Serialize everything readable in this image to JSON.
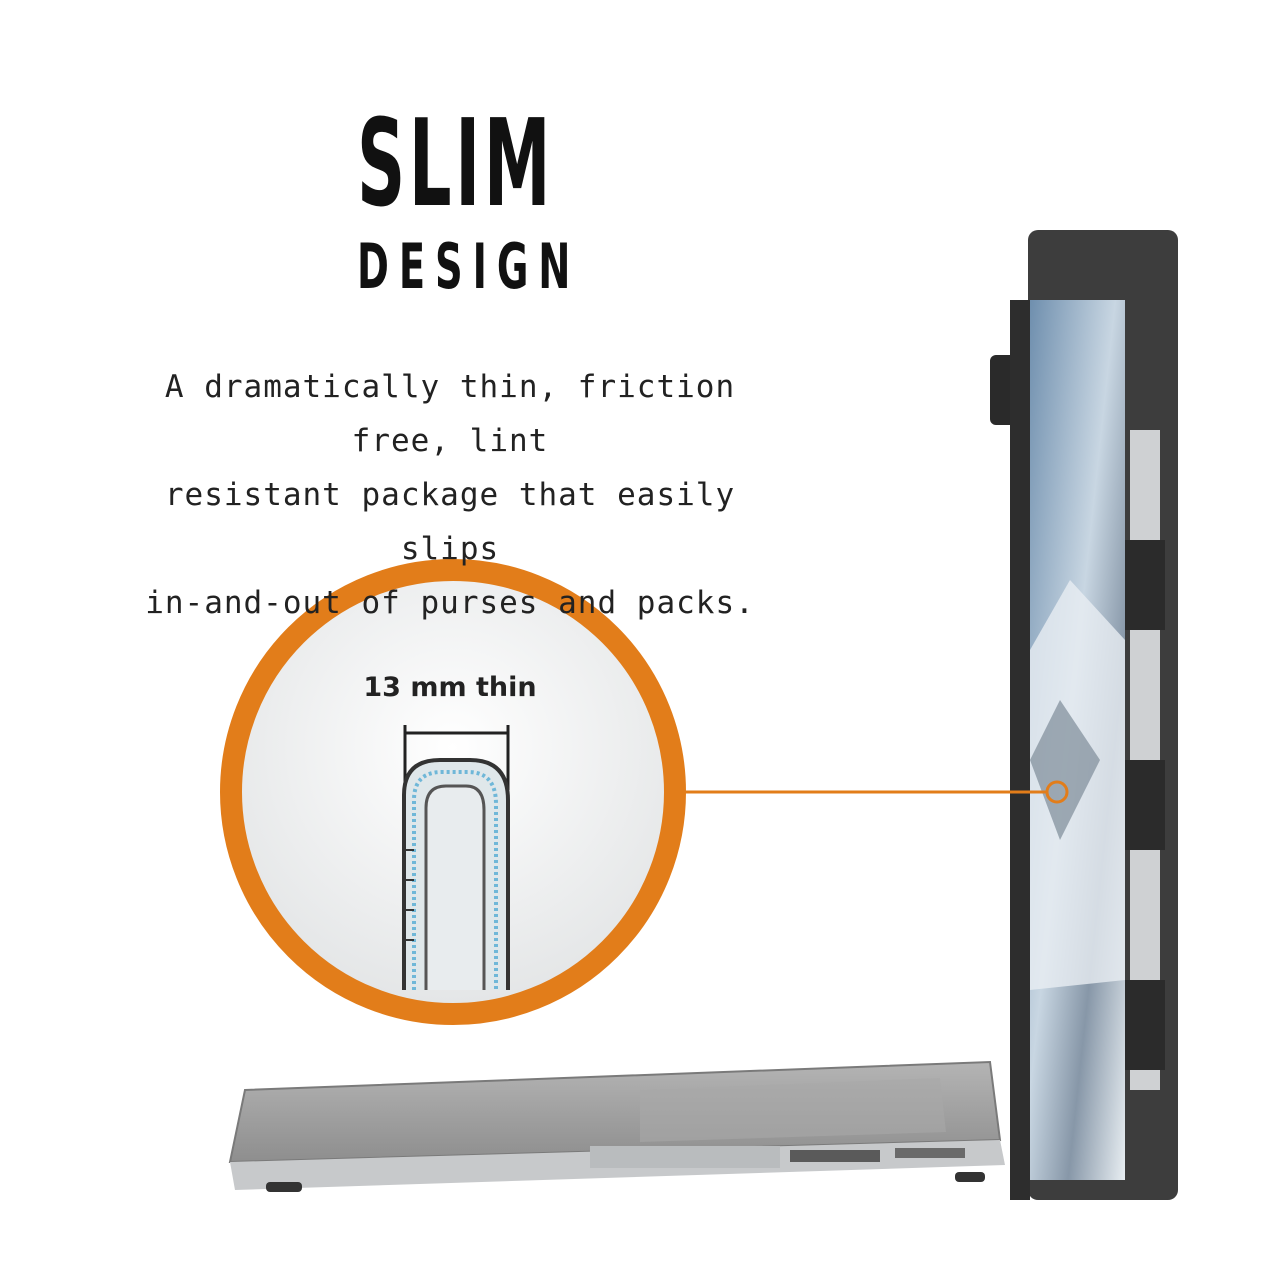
{
  "heading": {
    "line1": "SLIM",
    "line2": "DESIGN"
  },
  "description": [
    "A dramatically thin, friction free, lint",
    "resistant package that easily slips",
    "in-and-out of purses and packs."
  ],
  "callout": {
    "label": "13 mm thin"
  },
  "colors": {
    "accent": "#e27d1a",
    "case": "#3a3a3a",
    "keyboard": "#9b9b9b"
  },
  "icons": {
    "callout": "magnifier-callout-icon"
  }
}
